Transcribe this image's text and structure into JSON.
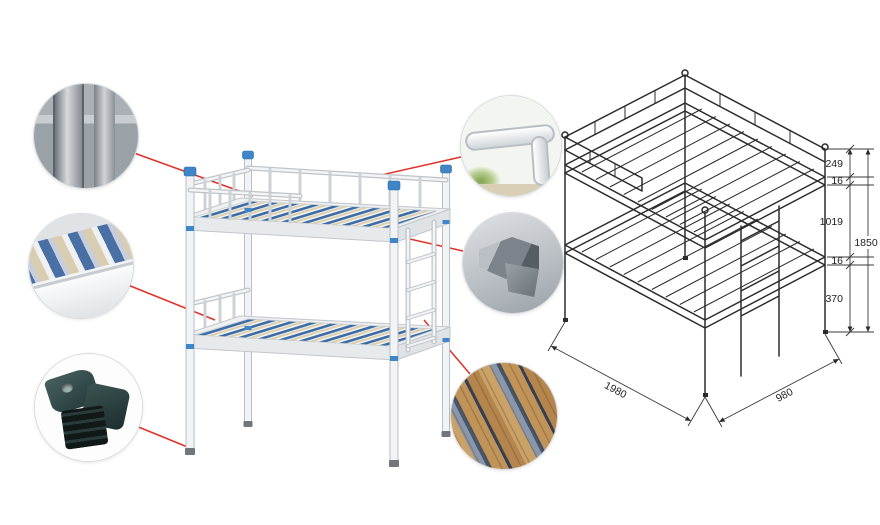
{
  "dimensions": {
    "guardrail_height": "249",
    "upper_deck_thickness": "16",
    "bunk_clearance": "1019",
    "overall_height": "1850",
    "lower_deck_thickness": "16",
    "lower_bunk_height": "370",
    "overall_length": "1980",
    "overall_depth": "980"
  },
  "callouts": [
    {
      "name": "frame-corner-joint-detail"
    },
    {
      "name": "bed-deck-corner-detail"
    },
    {
      "name": "plastic-foot-pads-detail"
    },
    {
      "name": "guardrail-tube-detail"
    },
    {
      "name": "hook-connector-detail"
    },
    {
      "name": "wooden-slat-deck-detail"
    }
  ],
  "colors": {
    "callout_line": "#e0322a",
    "frame_white": "#f1f3f4",
    "accent_blue": "#3f86c8",
    "slat_blue": "#3b6ca8",
    "slat_tan": "#d8cdb0",
    "drawing_ink": "#2b2b2b"
  }
}
